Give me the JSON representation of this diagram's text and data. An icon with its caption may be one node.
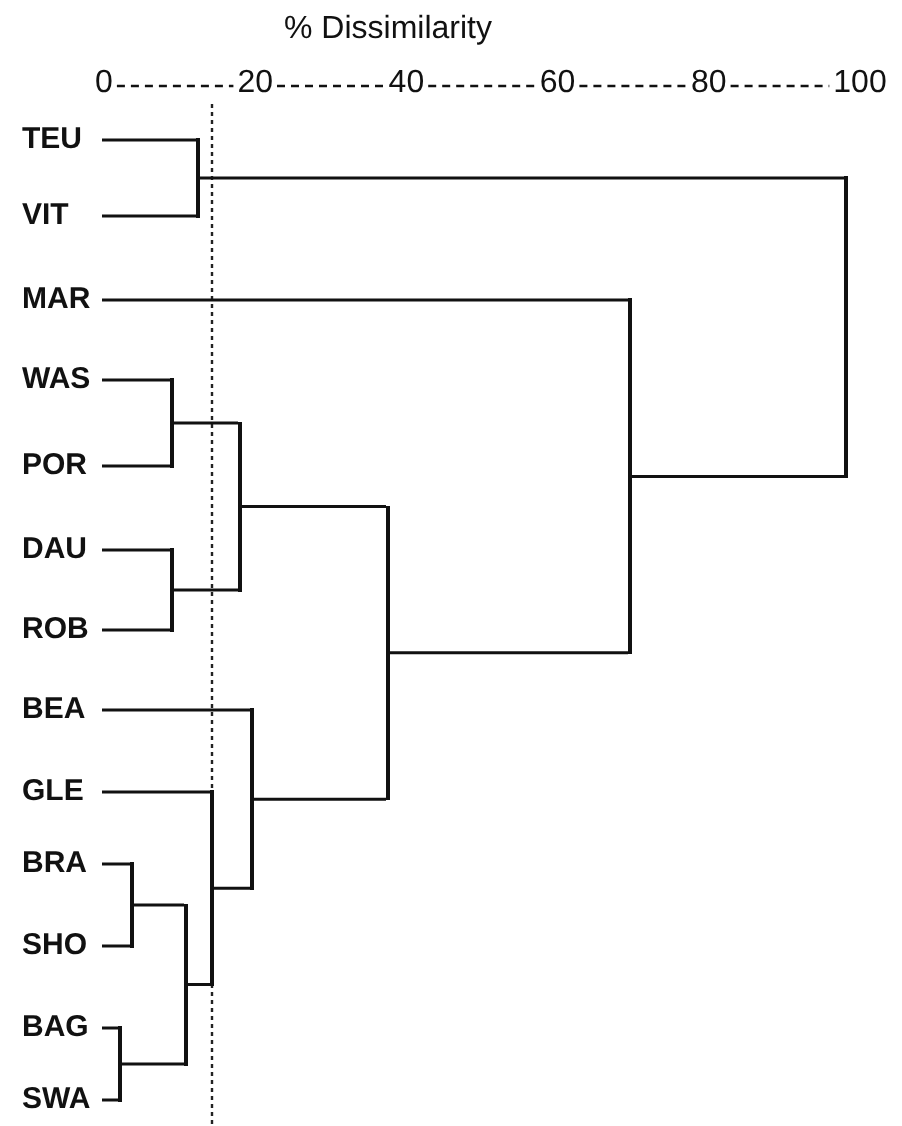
{
  "diagram": {
    "nodes": [
      {
        "text": [
          "TEU"
        ]
      },
      {
        "text": [
          "VIT"
        ]
      },
      {
        "text": [
          "MAR"
        ]
      },
      {
        "text": [
          "WAS"
        ]
      },
      {
        "text": [
          "POR"
        ]
      },
      {
        "text": [
          "DAU"
        ]
      },
      {
        "text": [
          "ROB"
        ]
      },
      {
        "text": [
          "BEA"
        ]
      },
      {
        "text": [
          "GLE"
        ]
      },
      {
        "text": [
          "BRA"
        ]
      },
      {
        "text": [
          "SHO"
        ]
      },
      {
        "text": [
          "BAG"
        ]
      },
      {
        "text": [
          "SWA"
        ]
      },
      {
        "text": [],
        "shape": "bar"
      },
      {
        "text": [],
        "shape": "bar"
      },
      {
        "text": [],
        "shape": "bar"
      },
      {
        "text": [],
        "shape": "bar"
      },
      {
        "text": [],
        "shape": "bar"
      },
      {
        "text": [],
        "shape": "bar"
      },
      {
        "text": [],
        "shape": "bar"
      },
      {
        "text": [],
        "shape": "bar"
      },
      {
        "text": [],
        "shape": "bar"
      },
      {
        "text": [],
        "shape": "bar"
      },
      {
        "text": [],
        "shape": "bar"
      },
      {
        "text": [],
        "shape": "bar"
      }
    ],
    "edges": [
      {
        "from": 0,
        "to": 13,
        "arrow": "none"
      },
      {
        "from": 1,
        "to": 13,
        "arrow": "none"
      },
      {
        "from": 3,
        "to": 14,
        "arrow": "none"
      },
      {
        "from": 4,
        "to": 14,
        "arrow": "none"
      },
      {
        "from": 5,
        "to": 15,
        "arrow": "none"
      },
      {
        "from": 6,
        "to": 15,
        "arrow": "none"
      },
      {
        "from": 14,
        "to": 16,
        "arrow": "none"
      },
      {
        "from": 15,
        "to": 16,
        "arrow": "none"
      },
      {
        "from": 9,
        "to": 17,
        "arrow": "none"
      },
      {
        "from": 10,
        "to": 17,
        "arrow": "none"
      },
      {
        "from": 11,
        "to": 18,
        "arrow": "none"
      },
      {
        "from": 12,
        "to": 18,
        "arrow": "none"
      },
      {
        "from": 17,
        "to": 19,
        "arrow": "none"
      },
      {
        "from": 18,
        "to": 19,
        "arrow": "none"
      },
      {
        "from": 8,
        "to": 20,
        "arrow": "none"
      },
      {
        "from": 19,
        "to": 20,
        "arrow": "none"
      },
      {
        "from": 7,
        "to": 21,
        "arrow": "none"
      },
      {
        "from": 20,
        "to": 21,
        "arrow": "none"
      },
      {
        "from": 16,
        "to": 22,
        "arrow": "none"
      },
      {
        "from": 21,
        "to": 22,
        "arrow": "none"
      },
      {
        "from": 2,
        "to": 23,
        "arrow": "none"
      },
      {
        "from": 22,
        "to": 23,
        "arrow": "none"
      },
      {
        "from": 13,
        "to": 24,
        "arrow": "none"
      },
      {
        "from": 23,
        "to": 24,
        "arrow": "none"
      }
    ],
    "labels": [
      "% Dissimilarity",
      "0",
      "20",
      "40",
      "60",
      "80",
      "100"
    ]
  }
}
